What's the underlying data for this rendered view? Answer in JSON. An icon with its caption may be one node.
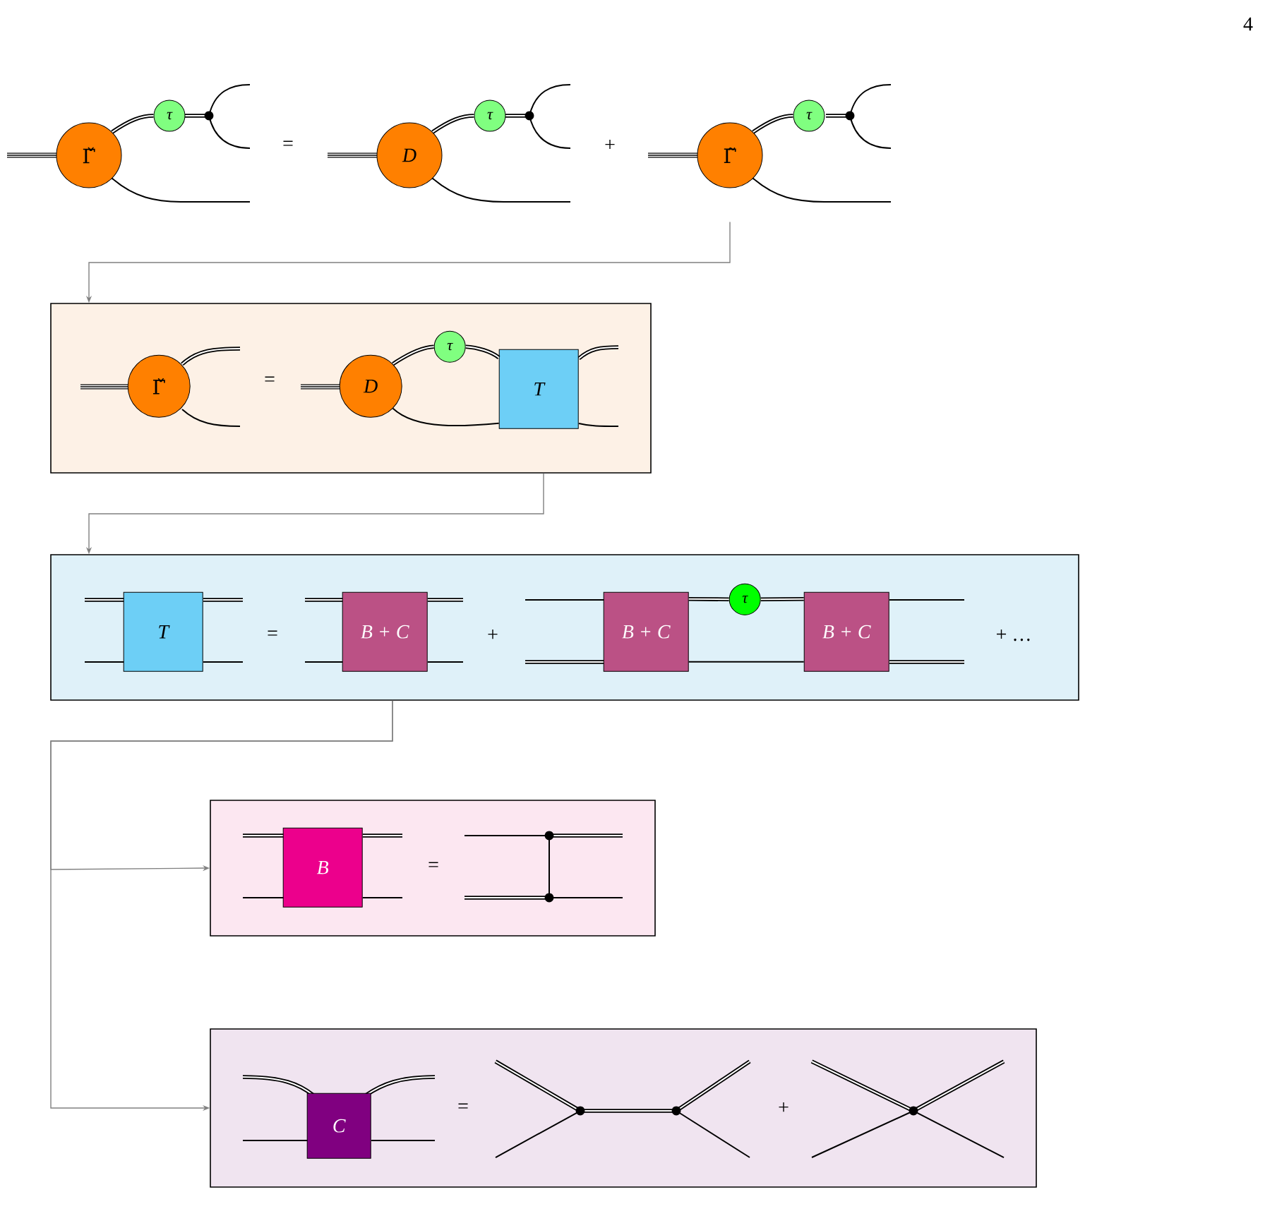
{
  "diagram": {
    "nodes": [
      {
        "text": [
          "Γ̌"
        ]
      },
      {
        "text": [
          "τ"
        ]
      },
      {
        "text": [
          "D"
        ]
      },
      {
        "text": [
          "τ"
        ]
      },
      {
        "text": [
          "Γ̃"
        ]
      },
      {
        "text": [
          "τ"
        ]
      },
      {
        "text": [],
        "shape": "box"
      },
      {
        "text": [
          "Γ̌"
        ],
        "in": 6
      },
      {
        "text": [
          "D"
        ],
        "in": 6
      },
      {
        "text": [
          "τ"
        ],
        "in": 6
      },
      {
        "text": [
          "T"
        ],
        "in": 6
      },
      {
        "text": [],
        "shape": "box"
      },
      {
        "text": [
          "T"
        ],
        "in": 11
      },
      {
        "text": [
          "B + C"
        ],
        "in": 11
      },
      {
        "text": [
          "B + C"
        ],
        "in": 11
      },
      {
        "text": [
          "τ"
        ],
        "in": 11
      },
      {
        "text": [
          "B + C"
        ],
        "in": 11
      },
      {
        "text": [],
        "shape": "box"
      },
      {
        "text": [
          "B"
        ],
        "in": 17
      },
      {
        "text": [],
        "shape": "box"
      },
      {
        "text": [
          "C"
        ],
        "in": 19
      }
    ],
    "edges": [
      {
        "from": 4,
        "to": 6,
        "arrow": "to",
        "color": "#808080"
      },
      {
        "from": 6,
        "to": 11,
        "arrow": "to",
        "color": "#808080"
      },
      {
        "from": 11,
        "to": 17,
        "arrow": "to",
        "color": "#808080"
      },
      {
        "from": 11,
        "to": 19,
        "arrow": "to",
        "color": "#808080"
      },
      {
        "from": 0,
        "to": 1,
        "arrow": "none"
      },
      {
        "from": 2,
        "to": 3,
        "arrow": "none"
      },
      {
        "from": 4,
        "to": 5,
        "arrow": "none"
      },
      {
        "from": 8,
        "to": 9,
        "arrow": "none"
      },
      {
        "from": 9,
        "to": 10,
        "arrow": "none"
      },
      {
        "from": 8,
        "to": 10,
        "arrow": "none"
      },
      {
        "from": 14,
        "to": 15,
        "arrow": "none"
      },
      {
        "from": 15,
        "to": 16,
        "arrow": "none"
      },
      {
        "from": 14,
        "to": 16,
        "arrow": "none"
      }
    ],
    "labels": [
      "4",
      "=",
      "+",
      "=",
      "=",
      "+",
      "+ …",
      "=",
      "=",
      "+"
    ]
  }
}
